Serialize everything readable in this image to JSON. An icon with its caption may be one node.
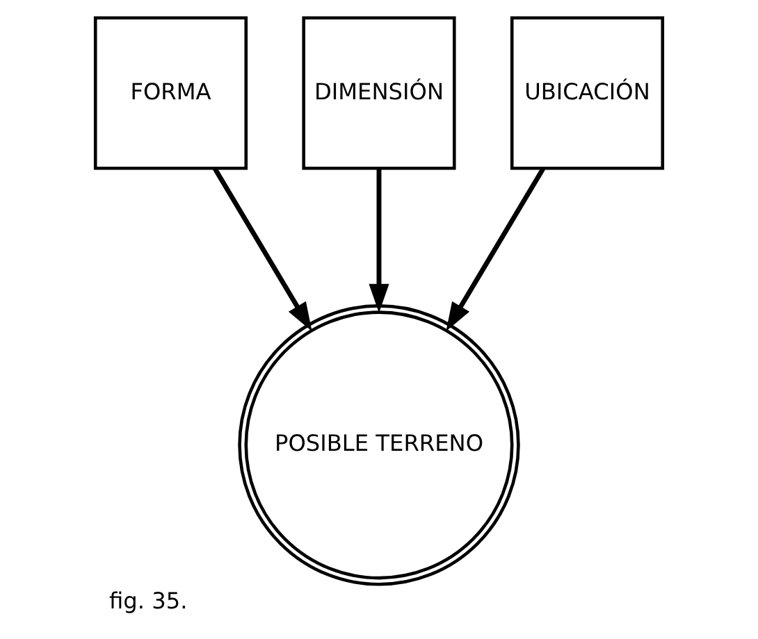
{
  "diagram": {
    "caption": "fig. 35.",
    "nodes": [
      {
        "text": [
          "FORMA"
        ]
      },
      {
        "text": [
          "DIMENSIÓN"
        ]
      },
      {
        "text": [
          "UBICACIÓN"
        ]
      },
      {
        "text": [
          "POSIBLE TERRENO"
        ]
      }
    ],
    "edges": [
      {
        "from": 0,
        "to": 3,
        "arrow": "to"
      },
      {
        "from": 1,
        "to": 3,
        "arrow": "to"
      },
      {
        "from": 2,
        "to": 3,
        "arrow": "to"
      }
    ]
  }
}
